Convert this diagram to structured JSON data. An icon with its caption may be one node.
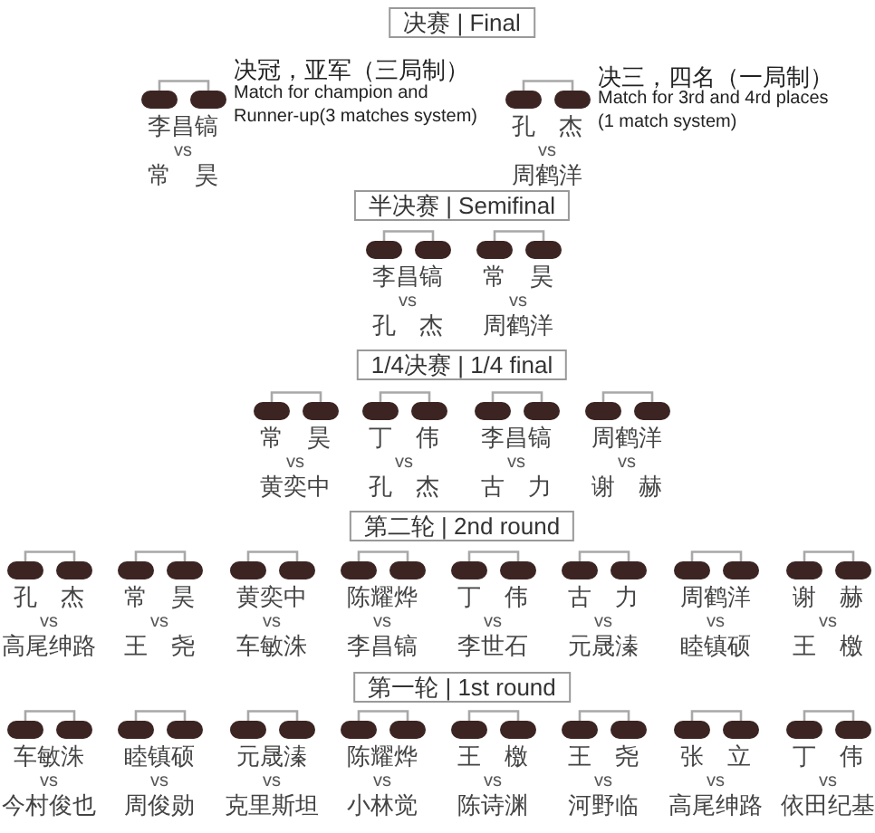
{
  "diagram": {
    "nodes": [
      {
        "text": [
          "决赛 | Final"
        ]
      },
      {
        "text": [
          "半决赛 | Semifinal"
        ]
      },
      {
        "text": [
          "1/4决赛 | 1/4 final"
        ]
      },
      {
        "text": [
          "第二轮 | 2nd round"
        ]
      },
      {
        "text": [
          "第一轮 | 1st round"
        ]
      }
    ],
    "labels": [
      "李昌镐",
      "vs",
      "常 昊",
      "决冠，亚军（三局制）",
      "Match for champion and Runner-up(3 matches system)",
      "孔 杰",
      "vs",
      "周鹤洋",
      "决三，四名（一局制）",
      "Match for 3rd and 4rd places (1 match system)",
      "李昌镐",
      "vs",
      "孔 杰",
      "常 昊",
      "vs",
      "周鹤洋",
      "常 昊",
      "vs",
      "黄奕中",
      "丁 伟",
      "vs",
      "孔 杰",
      "李昌镐",
      "vs",
      "古 力",
      "周鹤洋",
      "vs",
      "谢 赫",
      "孔 杰",
      "vs",
      "高尾绅路",
      "常 昊",
      "vs",
      "王 尧",
      "黄奕中",
      "vs",
      "车敏洙",
      "陈耀烨",
      "vs",
      "李昌镐",
      "丁 伟",
      "vs",
      "李世石",
      "古 力",
      "vs",
      "元晟溱",
      "周鹤洋",
      "vs",
      "睦镇硕",
      "谢 赫",
      "vs",
      "王 檄",
      "车敏洙",
      "vs",
      "今村俊也",
      "睦镇硕",
      "vs",
      "周俊勋",
      "元晟溱",
      "vs",
      "克里斯坦",
      "陈耀烨",
      "vs",
      "小林觉",
      "王 檄",
      "vs",
      "陈诗渊",
      "王 尧",
      "vs",
      "河野临",
      "张 立",
      "vs",
      "高尾绅路",
      "丁 伟",
      "vs",
      "依田纪基"
    ]
  }
}
